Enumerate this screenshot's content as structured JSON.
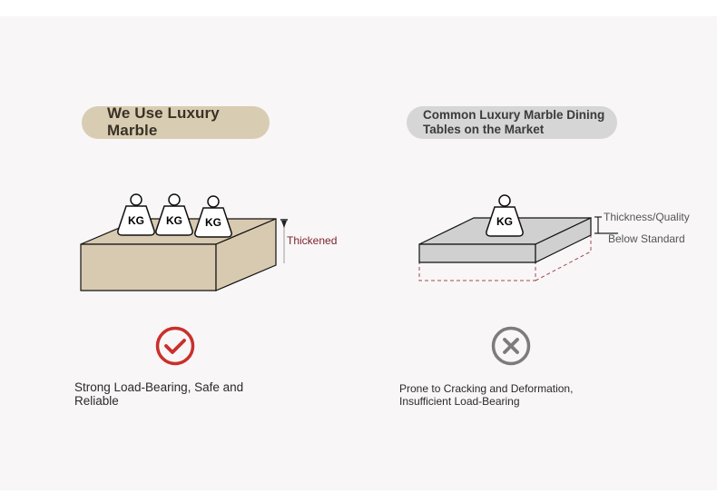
{
  "left": {
    "title": "We Use Luxury Marble",
    "title_line1": "We Use Luxury",
    "title_line2": "Marble",
    "thickness_label": "Thickened",
    "weight_labels": [
      "KG",
      "KG",
      "KG"
    ],
    "status_icon": "check-circle-icon",
    "caption_line1": "Strong Load-Bearing, Safe and",
    "caption_line2": "Reliable"
  },
  "right": {
    "title_line1": "Common Luxury Marble Dining",
    "title_line2": "Tables on the Market",
    "thickness_label_line1": "Thickness/Quality",
    "thickness_label_line2": "Below Standard",
    "weight_labels": [
      "KG"
    ],
    "status_icon": "x-circle-icon",
    "caption_line1": "Prone to Cracking and Deformation,",
    "caption_line2": "Insufficient Load-Bearing"
  },
  "colors": {
    "background": "#f8f6f7",
    "luxury_pill": "#d8cdb2",
    "common_pill": "#d7d6d7",
    "luxury_slab": "#d8cab0",
    "common_slab": "#d0d0d0",
    "check_red": "#c9302c",
    "x_grey": "#7c7c7c",
    "dashed_red": "#a44a52"
  }
}
